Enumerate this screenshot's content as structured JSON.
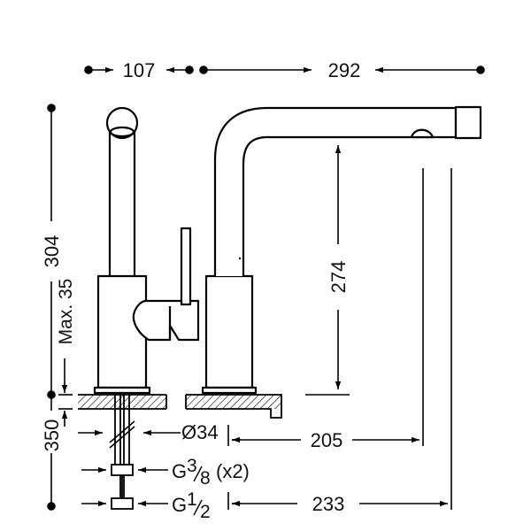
{
  "drawing": {
    "title": "Single-lever kitchen mixer with side lever – dimension drawing",
    "line_color": "#000000",
    "background": "#ffffff",
    "dimensions": {
      "top_left_width": "107",
      "top_right_reach": "292",
      "total_height": "304",
      "max_deck_thickness": "Max. 35",
      "spout_clearance": "274",
      "hose_length": "350",
      "mounting_hole": "Ø34",
      "outlet_offset_inner": "205",
      "outlet_offset_outer": "233",
      "connection_small_prefix": "G",
      "connection_small_num": "3",
      "connection_small_den": "8",
      "connection_small_suffix": "(x2)",
      "connection_large_prefix": "G",
      "connection_large_num": "1",
      "connection_large_den": "2"
    }
  }
}
